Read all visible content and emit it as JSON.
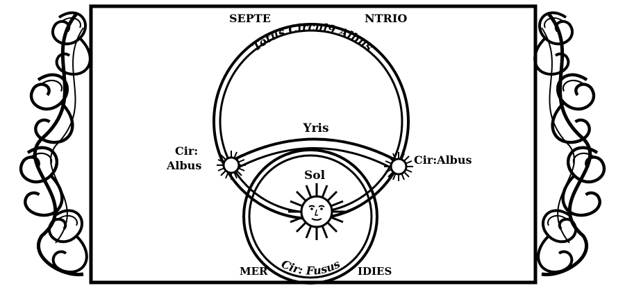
{
  "labels": {
    "north_left": "SEPTE",
    "north_right": "NTRIO",
    "great_circle": "Totus Circul9 Albus",
    "rainbow": "Yris",
    "left_parhelion_line1": "Cir:",
    "left_parhelion_line2": "Albus",
    "right_parhelion": "Cir:Albus",
    "sun": "Sol",
    "lower_circle": "Cir: Fusus",
    "south_left": "MER",
    "south_right": "IDIES"
  },
  "colors": {
    "ink": "#000000",
    "paper": "#ffffff"
  }
}
